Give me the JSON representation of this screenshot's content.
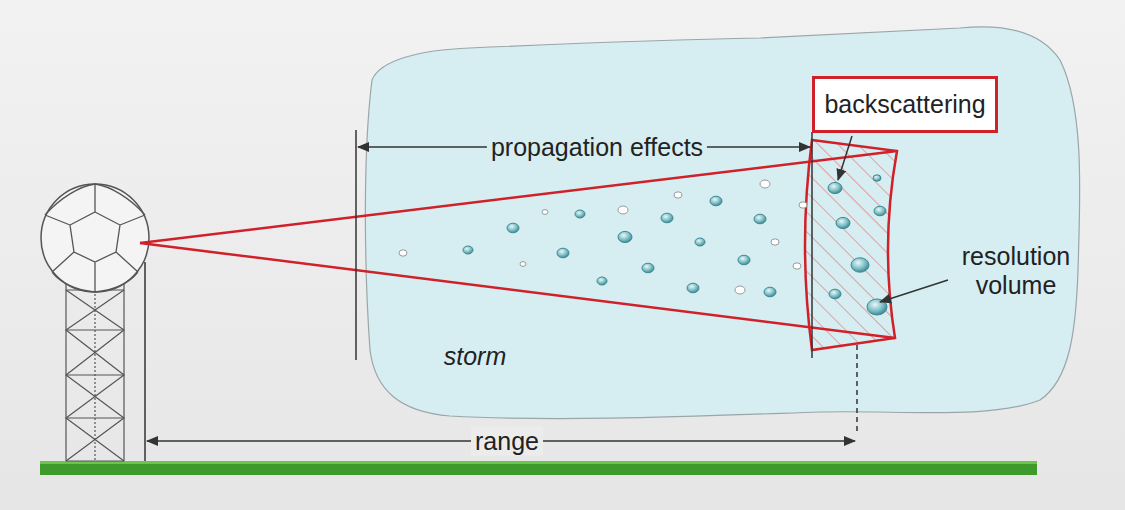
{
  "diagram": {
    "nodes": [
      {
        "text": [
          "backscattering"
        ]
      }
    ],
    "labels": [
      "propagation effects",
      "resolution volume",
      "storm",
      "range"
    ]
  }
}
